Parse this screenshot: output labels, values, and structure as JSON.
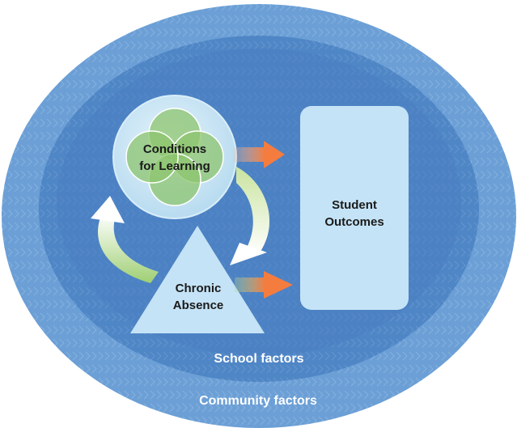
{
  "diagram": {
    "conditions": {
      "line1": "Conditions",
      "line2": "for Learning"
    },
    "chronic": {
      "line1": "Chronic",
      "line2": "Absence"
    },
    "outcomes": {
      "line1": "Student",
      "line2": "Outcomes"
    },
    "school_label": "School factors",
    "community_label": "Community factors"
  },
  "colors": {
    "outer_ring": "#6b9fd6",
    "inner_oval": "#4f86c6",
    "light_shape": "#c5e3f6",
    "petal": "#8cc46d",
    "arrow_orange": "#f47c3e",
    "arrow_green": "#b7d88f"
  }
}
